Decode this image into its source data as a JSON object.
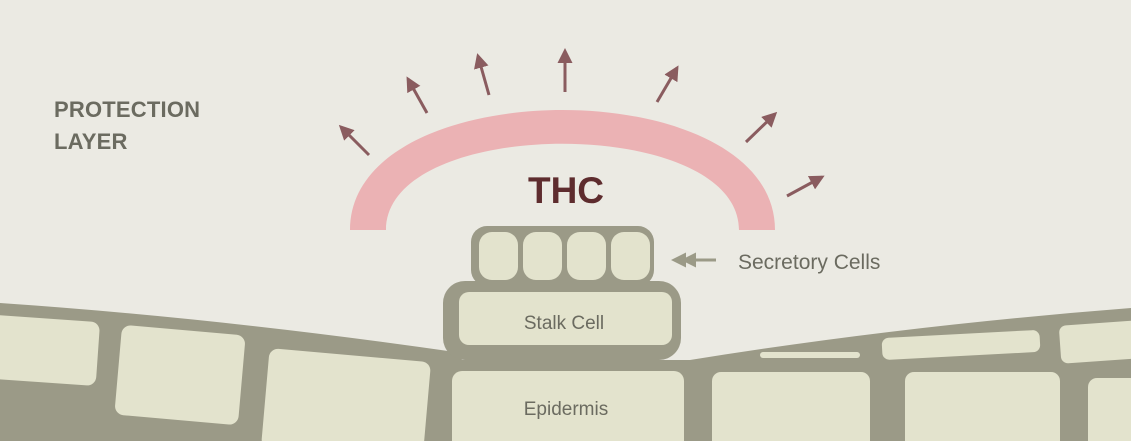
{
  "labels": {
    "protection_line1": "PROTECTION",
    "protection_line2": "LAYER",
    "thc": "THC",
    "secretory_cells": "Secretory Cells",
    "stalk_cell": "Stalk Cell",
    "epidermis": "Epidermis"
  },
  "colors": {
    "background": "#ebeae3",
    "cell_wall": "#9b9a87",
    "cell_fill": "#e3e3cd",
    "protection_arc": "#ebb2b4",
    "arrows": "#8a5c5f",
    "thc_text": "#5e2c2e",
    "pointer_arrow": "#9b9a87",
    "label_text": "#6b6b60"
  },
  "icons": {
    "emission_arrows": "arrow-up-icon",
    "pointer": "arrow-left-icon"
  }
}
